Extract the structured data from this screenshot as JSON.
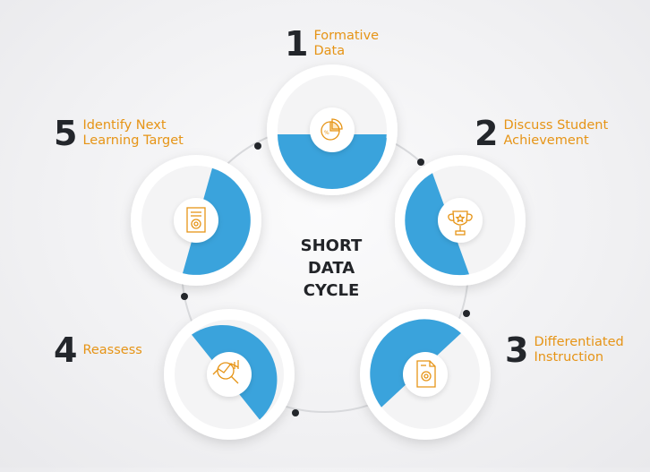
{
  "center": {
    "line1": "SHORT",
    "line2": "DATA",
    "line3": "CYCLE"
  },
  "colors": {
    "accent": "#3aa3dc",
    "label_text": "#e69416",
    "number_text": "#23262b",
    "icon": "#e69416"
  },
  "steps": [
    {
      "number": "1",
      "line1": "Formative",
      "line2": "Data",
      "icon": "pie-chart-icon"
    },
    {
      "number": "2",
      "line1": "Discuss Student",
      "line2": "Achievement",
      "icon": "trophy-icon"
    },
    {
      "number": "3",
      "line1": "Differentiated",
      "line2": "Instruction",
      "icon": "document-gear-icon"
    },
    {
      "number": "4",
      "line1": "Reassess",
      "line2": "",
      "icon": "magnifier-chart-icon"
    },
    {
      "number": "5",
      "line1": "Identify Next",
      "line2": "Learning Target",
      "icon": "target-document-icon"
    }
  ]
}
